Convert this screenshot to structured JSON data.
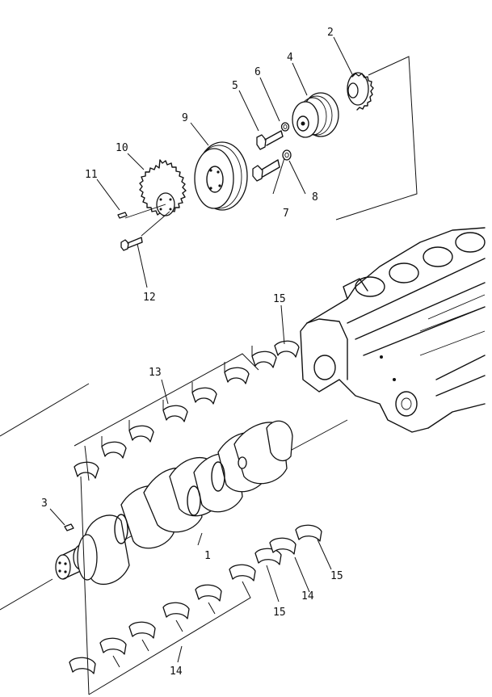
{
  "callouts": [
    {
      "id": "c1",
      "text": "1"
    },
    {
      "id": "c2",
      "text": "2"
    },
    {
      "id": "c3",
      "text": "3"
    },
    {
      "id": "c4",
      "text": "4"
    },
    {
      "id": "c5",
      "text": "5"
    },
    {
      "id": "c6",
      "text": "6"
    },
    {
      "id": "c7",
      "text": "7"
    },
    {
      "id": "c8",
      "text": "8"
    },
    {
      "id": "c9",
      "text": "9"
    },
    {
      "id": "c10",
      "text": "10"
    },
    {
      "id": "c11",
      "text": "11"
    },
    {
      "id": "c12",
      "text": "12"
    },
    {
      "id": "c13",
      "text": "13"
    },
    {
      "id": "c14a",
      "text": "14"
    },
    {
      "id": "c14b",
      "text": "14"
    },
    {
      "id": "c15a",
      "text": "15"
    },
    {
      "id": "c15b",
      "text": "15"
    },
    {
      "id": "c15c",
      "text": "15"
    }
  ]
}
